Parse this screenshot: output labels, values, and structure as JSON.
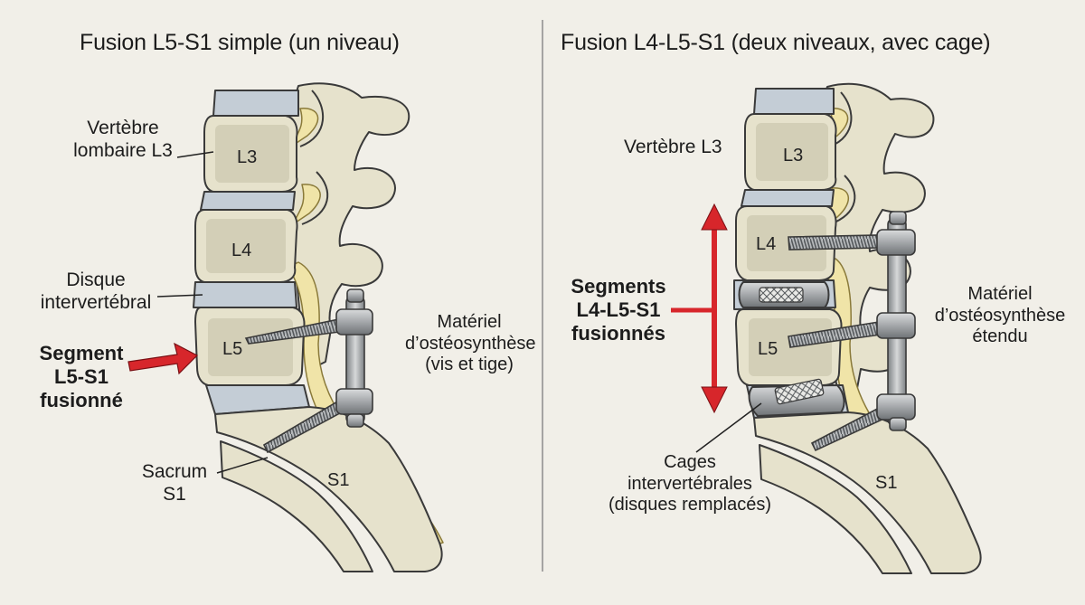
{
  "left_panel": {
    "title": "Fusion L5-S1 simple (un niveau)",
    "labels": {
      "l3_vertebra": "Vertèbre\nlombaire L3",
      "disc": "Disque\nintervertébral",
      "segment_fused": "Segment\nL5-S1\nfusionné",
      "sacrum": "Sacrum\nS1",
      "hardware": "Matériel\nd’ostéosynthèse\n(vis et tige)"
    },
    "vertebrae": {
      "l3": "L3",
      "l4": "L4",
      "l5": "L5",
      "s1": "S1"
    }
  },
  "right_panel": {
    "title": "Fusion L4-L5-S1 (deux niveaux, avec cage)",
    "labels": {
      "l3_vertebra": "Vertèbre L3",
      "segments_fused": "Segments\nL4-L5-S1\nfusionnés",
      "hardware": "Matériel\nd’ostéosynthèse\nétendu",
      "cages": "Cages\nintervertébrales\n(disques remplacés)"
    },
    "vertebrae": {
      "l3": "L3",
      "l4": "L4",
      "l5": "L5",
      "s1": "S1"
    }
  },
  "colors": {
    "background": "#f1efe8",
    "bone": "#e6e2cc",
    "bone_dark": "#cfcab0",
    "vertebral_body": "#d3cfb7",
    "disc": "#c4cdd6",
    "nerve": "#f0e4a8",
    "metal": "#a9acae",
    "arrow_red": "#d7262b",
    "outline": "#3a3a3a"
  }
}
